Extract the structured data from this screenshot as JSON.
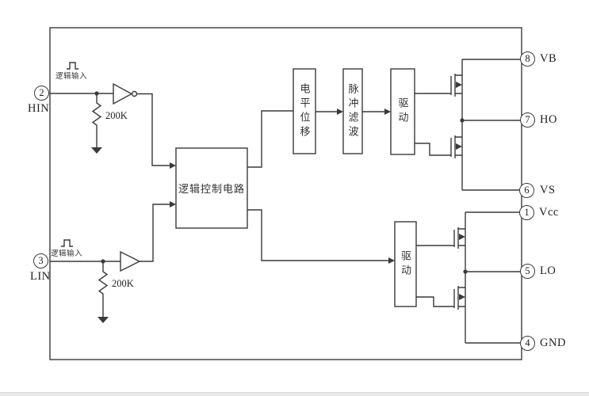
{
  "diagram": {
    "title": "gate-driver-ic-block-diagram",
    "line_color": "#3a3a3a",
    "background": "#ffffff",
    "bottom_bar_color": "#e9e9e9"
  },
  "pins": {
    "left": [
      {
        "number": "2",
        "name": "HIN"
      },
      {
        "number": "3",
        "name": "LIN"
      }
    ],
    "right": [
      {
        "number": "8",
        "name": "VB"
      },
      {
        "number": "7",
        "name": "HO"
      },
      {
        "number": "6",
        "name": "VS"
      },
      {
        "number": "1",
        "name": "Vcc"
      },
      {
        "number": "5",
        "name": "LO"
      },
      {
        "number": "4",
        "name": "GND"
      }
    ]
  },
  "blocks": {
    "logic_control": "逻辑控制电路",
    "level_shift": "电平位移",
    "pulse_filter": "脉冲滤波",
    "driver_high": "驱动",
    "driver_low": "驱动"
  },
  "labels": {
    "logic_input_top": "逻辑输入",
    "logic_input_bottom": "逻辑输入",
    "resistor_top": "200K",
    "resistor_bottom": "200K"
  }
}
